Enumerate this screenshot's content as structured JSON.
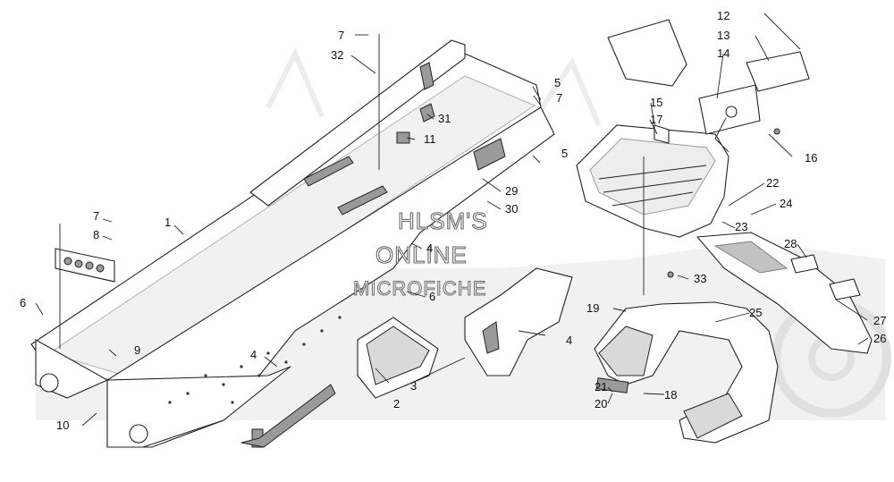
{
  "watermark": {
    "line1": "HLSM'S",
    "line2": "ONLINE",
    "line3": "MICROFICHE"
  },
  "callouts": [
    "1",
    "2",
    "3",
    "4",
    "4",
    "4",
    "4",
    "5",
    "5",
    "6",
    "6",
    "7",
    "7",
    "7",
    "8",
    "9",
    "10",
    "11",
    "12",
    "13",
    "14",
    "15",
    "16",
    "17",
    "18",
    "19",
    "20",
    "21",
    "22",
    "23",
    "24",
    "25",
    "26",
    "27",
    "28",
    "29",
    "30",
    "31",
    "32",
    "33"
  ],
  "colors": {
    "line": "#222222",
    "shade": "#d9d9d9",
    "watermark": "#e6e6e6"
  }
}
